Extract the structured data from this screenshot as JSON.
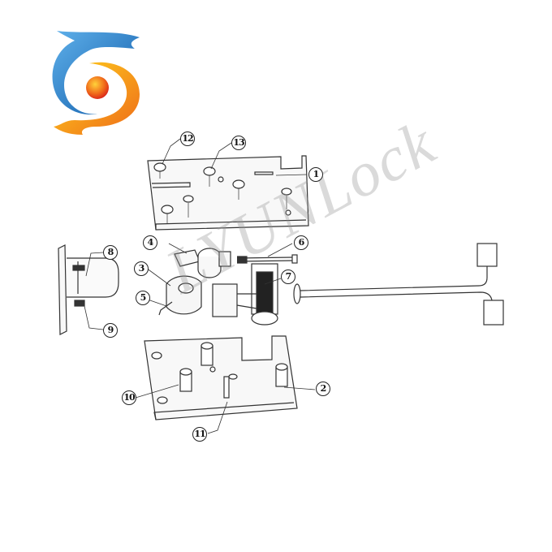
{
  "diagram": {
    "type": "exploded-parts-view",
    "subject": "hotel card lock mortise assembly",
    "watermark": "LYUNLock",
    "logo": {
      "colors": {
        "blue": "#1a6fc0",
        "orange": "#f08a1c",
        "yellow": "#f7c21a",
        "red_ball": "#e8301c"
      }
    },
    "callouts": [
      {
        "id": "1",
        "label": "1",
        "part": "top cover plate"
      },
      {
        "id": "2",
        "label": "2",
        "part": "bottom base plate"
      },
      {
        "id": "3",
        "label": "3",
        "part": "latch cam"
      },
      {
        "id": "4",
        "label": "4",
        "part": "hub / spindle follower"
      },
      {
        "id": "5",
        "label": "5",
        "part": "torsion spring"
      },
      {
        "id": "6",
        "label": "6",
        "part": "guide screw / pin"
      },
      {
        "id": "7",
        "label": "7",
        "part": "motor / solenoid with harness"
      },
      {
        "id": "8",
        "label": "8",
        "part": "latch bolt with face plate"
      },
      {
        "id": "9",
        "label": "9",
        "part": "latch screw"
      },
      {
        "id": "10",
        "label": "10",
        "part": "standoff post"
      },
      {
        "id": "11",
        "label": "11",
        "part": "pin"
      },
      {
        "id": "12",
        "label": "12",
        "part": "cover screw"
      },
      {
        "id": "13",
        "label": "13",
        "part": "cover screw"
      }
    ],
    "line_color": "#333333",
    "part_fill": "#f7f7f7"
  }
}
